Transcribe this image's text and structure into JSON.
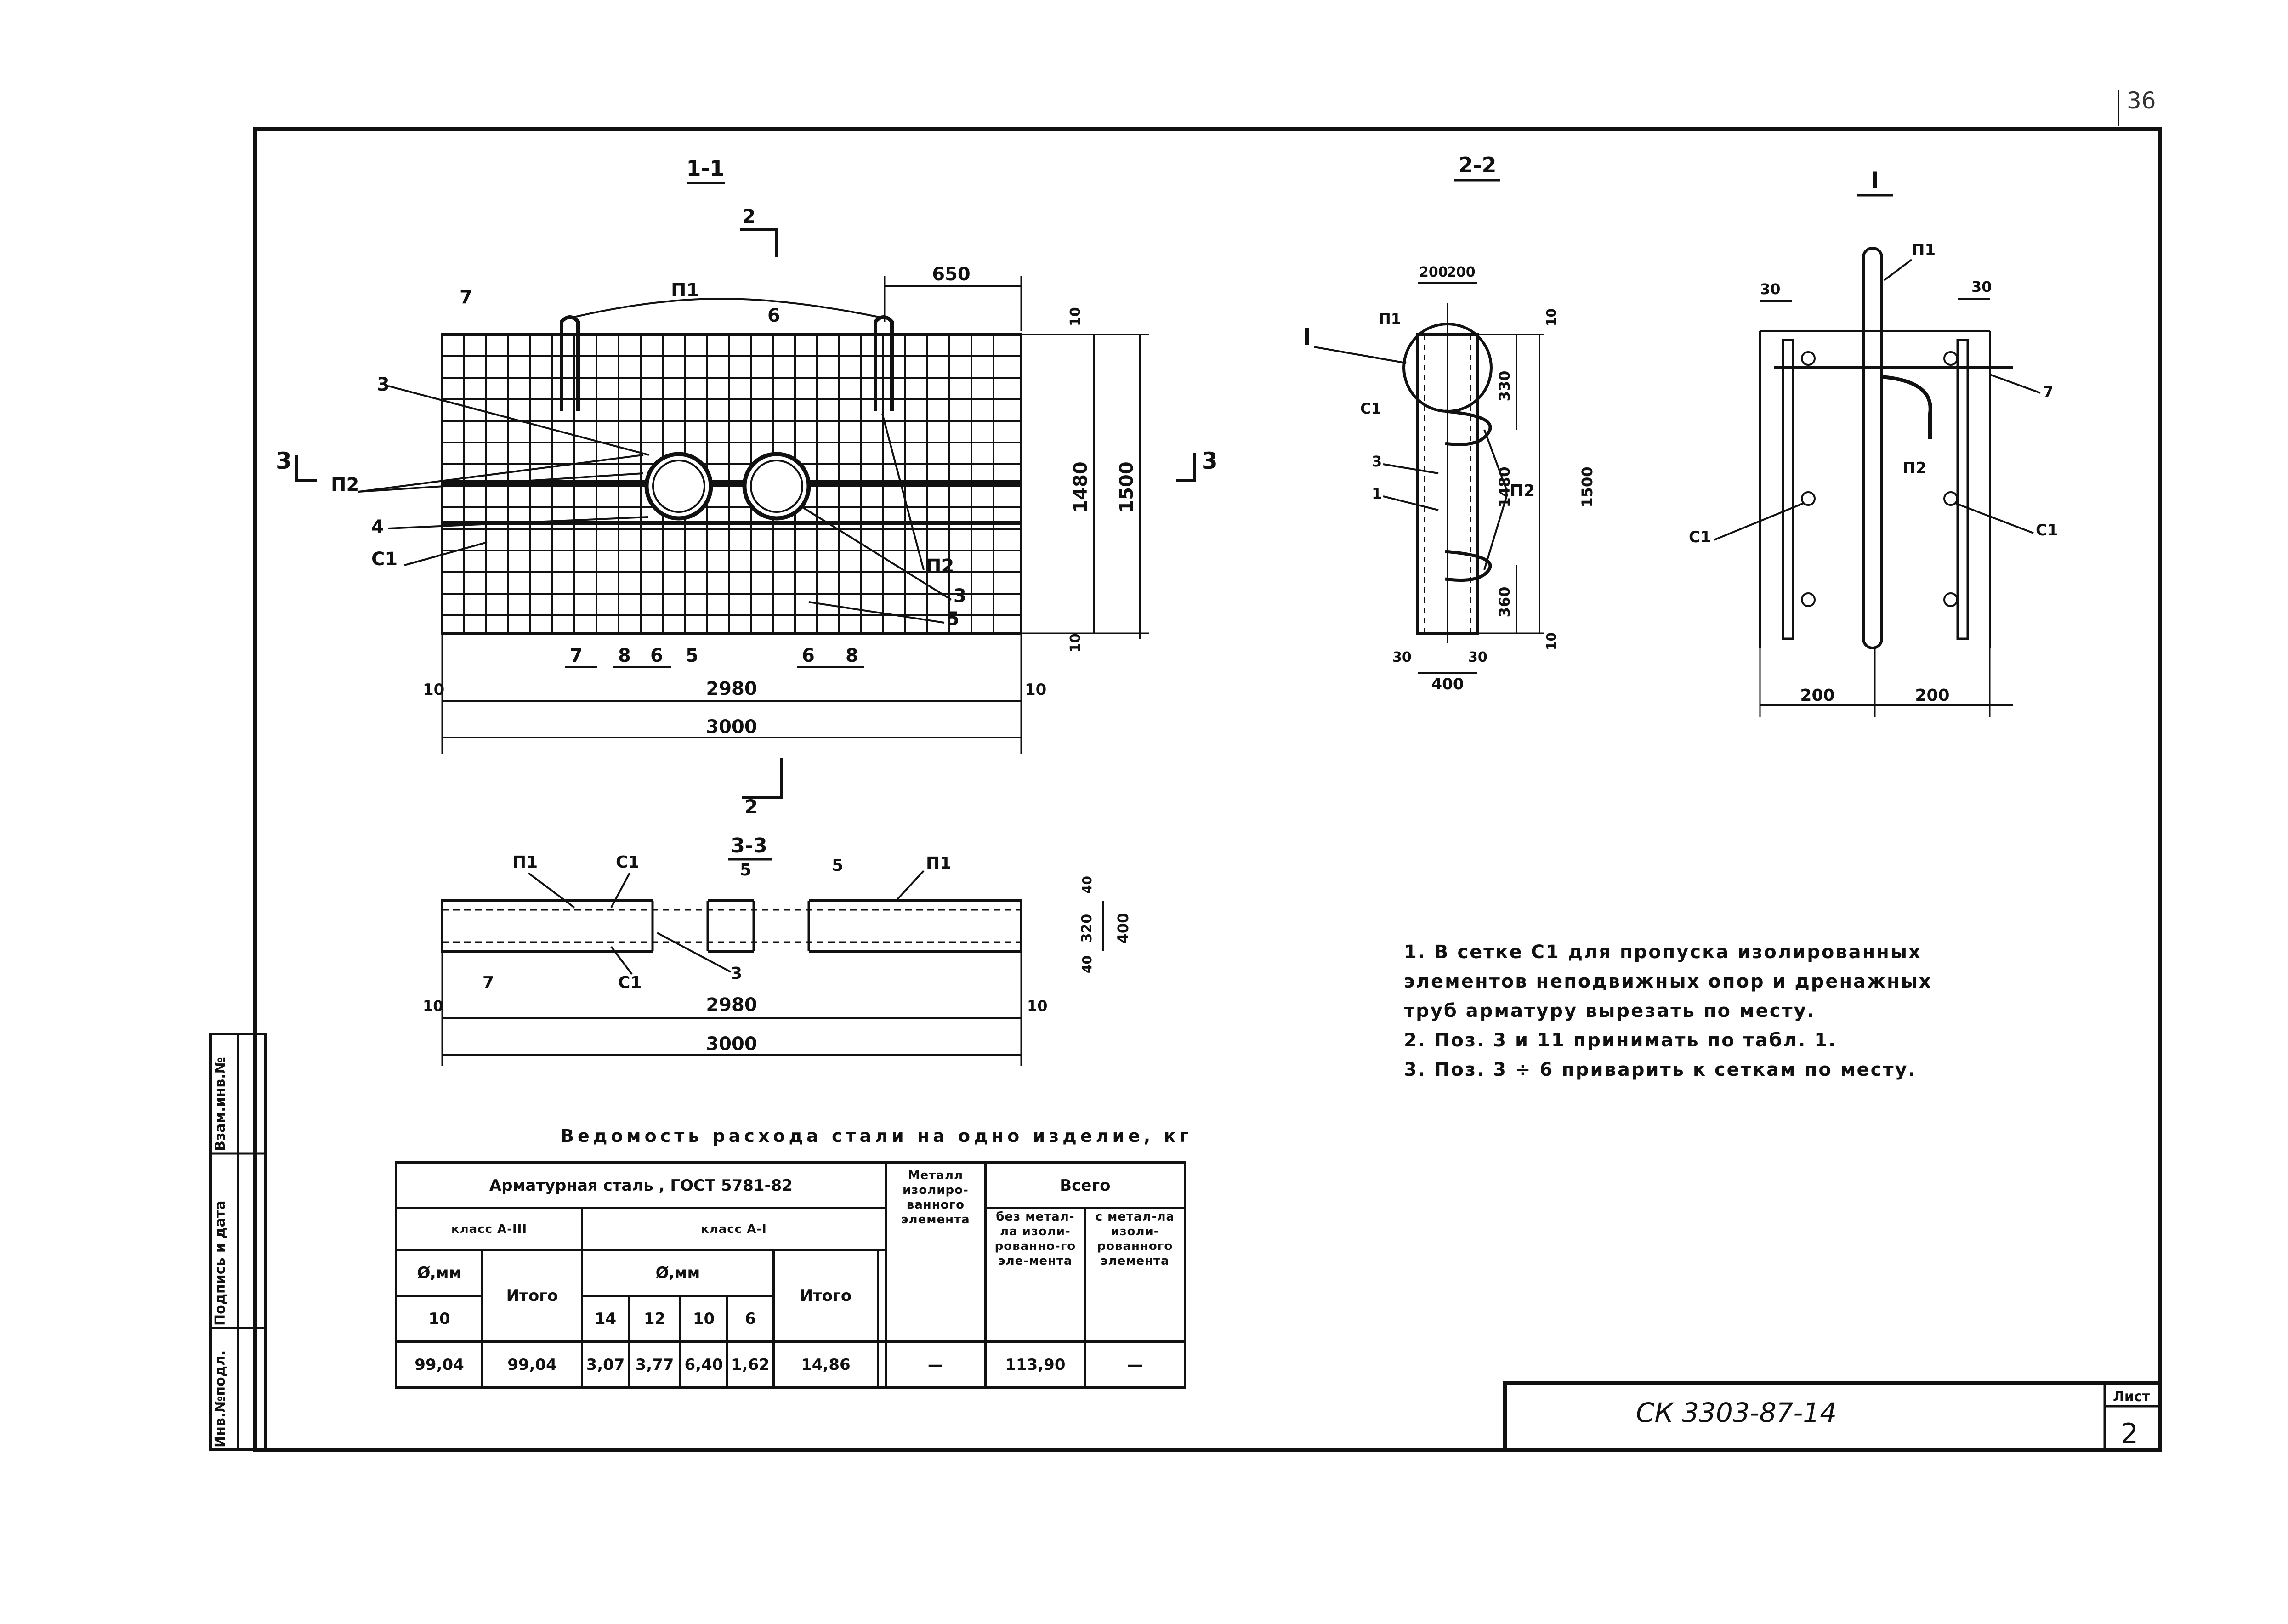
{
  "page_number": "36",
  "sections": {
    "s11": "1-1",
    "s22": "2-2",
    "s33": "3-3",
    "detail": "I"
  },
  "cut_marks": {
    "two": "2",
    "three": "3"
  },
  "positions": {
    "p1": "П1",
    "p2": "П2",
    "s1": "С1",
    "n1": "1",
    "n3": "3",
    "n4": "4",
    "n5": "5",
    "n6": "6",
    "n7": "7",
    "n8": "8"
  },
  "dims": {
    "d650": "650",
    "d10": "10",
    "d1480": "1480",
    "d1500": "1500",
    "d2980": "2980",
    "d3000": "3000",
    "d200": "200",
    "d330": "330",
    "d360": "360",
    "d30": "30",
    "d400": "400",
    "d40": "40",
    "d320": "320"
  },
  "notes": [
    "1. В сетке С1 для пропуска изолированных элементов неподвижных опор и дренажных труб арматуру вырезать по месту.",
    "2. Поз. 3 и 11 принимать по табл. 1.",
    "3. Поз. 3 ÷ 6 приварить к сеткам по месту."
  ],
  "table": {
    "caption": "Ведомость расхода стали на одно изделие, кг",
    "h_steel": "Арматурная сталь ,   ГОСТ 5781-82",
    "h_metal": "Металл изолиро-ванного элемента",
    "h_total": "Всего",
    "h_class3": "класс А-III",
    "h_class1": "класс А-I",
    "h_diam": "Ø,мм",
    "h_itogo": "Итого",
    "h_no_metal": "без метал-ла изоли-рованно-го эле-мента",
    "h_with_metal": "с метал-ла изоли-рованного элемента",
    "d10": "10",
    "d14": "14",
    "d12": "12",
    "d10b": "10",
    "d6": "6",
    "row": {
      "a3_10": "99,04",
      "a3_total": "99,04",
      "a1_14": "3,07",
      "a1_12": "3,77",
      "a1_10": "6,40",
      "a1_6": "1,62",
      "a1_total": "14,86",
      "metal": "—",
      "total_without": "113,90",
      "total_with": "—"
    }
  },
  "stamp": {
    "inv": "Инв.№подл.",
    "sign": "Подпись и дата",
    "vzam": "Взам.инв.№"
  },
  "title_block": {
    "doc_number": "СК 3303-87-14",
    "sheet_label": "Лист",
    "sheet_number": "2"
  }
}
